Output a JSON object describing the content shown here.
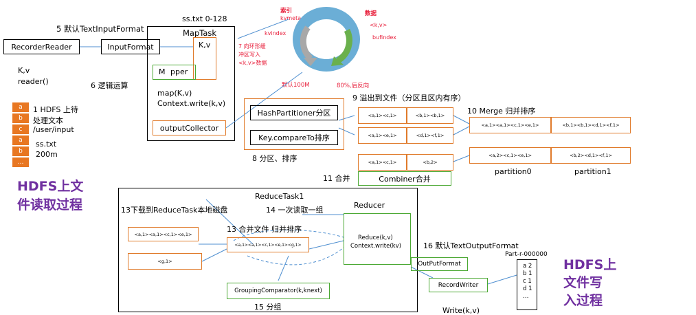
{
  "map_phase": {
    "step5": "5 默认TextInputFormat",
    "recorder_reader": "RecorderReader",
    "input_format": "InputFormat",
    "kv_label": "K,v",
    "reader_label": "reader()",
    "step6": "6 逻辑运算",
    "split_name": "ss.txt 0-128",
    "maptask_title": "MapTask",
    "maptask_kv": "K,v",
    "mapper": "M",
    "mapper_label": "pper",
    "map_call": "map(K,v)",
    "context_write": "Context.write(k,v)",
    "output_collector": "outputCollector"
  },
  "hdfs_input": {
    "blocks": [
      "a",
      "b",
      "c",
      "a",
      "b",
      "…"
    ],
    "step1": "1 HDFS 上待",
    "line2": "处理文本",
    "path": "/user/input",
    "filename": "ss.txt",
    "size": "200m",
    "caption_line1": "HDFS上文",
    "caption_line2": "件读取过程"
  },
  "ring_buffer": {
    "index_label": "索引",
    "kvmeta": "kvmeta",
    "data_label": "数据",
    "kv": "<k,v>",
    "kvindex": "kvindex",
    "bufindex": "bufindex",
    "step7_line1": "7 向环形缓",
    "step7_line2": "冲区写入",
    "step7_line3": "<k,v>数据",
    "default_size": "默认100M",
    "spill_threshold": "80%,后反向"
  },
  "spill": {
    "hash_partitioner": "HashPartitioner分区",
    "compare_to": "Key.compareTo排序",
    "step8": "8 分区、排序",
    "step9": "9 溢出到文件（分区且区内有序）",
    "spill1_p0": "<a,1><c,1>",
    "spill1_p1": "<b,1><b,1>",
    "spill2_p0": "<a,1><e,1>",
    "spill2_p1": "<d,1><f,1>",
    "step10": "10 Merge 归并排序",
    "merged_p0": "<a,1><a,1><c,1><e,1>",
    "merged_p1": "<b,1><b,1><d,1><f,1>",
    "combine_in_a": "<a,1><c,1>",
    "combine_in_b": "<b,2>",
    "step11": "11 合并",
    "combiner": "Combiner合并",
    "combined_p0": "<a,2><c,1><e,1>",
    "combined_p1": "<b,2><d,1><f,1>",
    "partition0": "partition0",
    "partition1": "partition1"
  },
  "reduce_phase": {
    "title": "ReduceTask1",
    "step13_download": "13下载到ReduceTask本地磁盘",
    "step14": "14 一次读取一组",
    "reducer_title": "Reducer",
    "step13_merge": "13 合并文件 归并排序",
    "in1": "<a,1><a,1><c,1><e,1>",
    "in2": "<g,1>",
    "merged": "<a,1><a,1><c,1><e,1><g,1>",
    "reduce_call": "Reduce(k,v)",
    "reduce_write": "Context.write(kv)",
    "grouping": "GroupingComparator(k,knext)",
    "step15": "15 分组"
  },
  "output_phase": {
    "step16": "16 默认TextOutputFormat",
    "output_format": "OutPutFormat",
    "record_writer": "RecordWriter",
    "write_call": "Write(k,v)",
    "part_file": "Part-r-000000",
    "part_lines": [
      "a 2",
      "b 1",
      "c 1",
      "d 1",
      "…"
    ],
    "caption_line1": "HDFS上",
    "caption_line2": "文件写",
    "caption_line3": "入过程"
  },
  "colors": {
    "orange": "#e07a2a",
    "green": "#4aa832",
    "purple": "#7030a0",
    "blue": "#4f8fd0",
    "red": "#e8203c",
    "ring_blue": "#6baed6",
    "ring_gray": "#a8a8a8",
    "ring_green": "#6ab04c"
  }
}
